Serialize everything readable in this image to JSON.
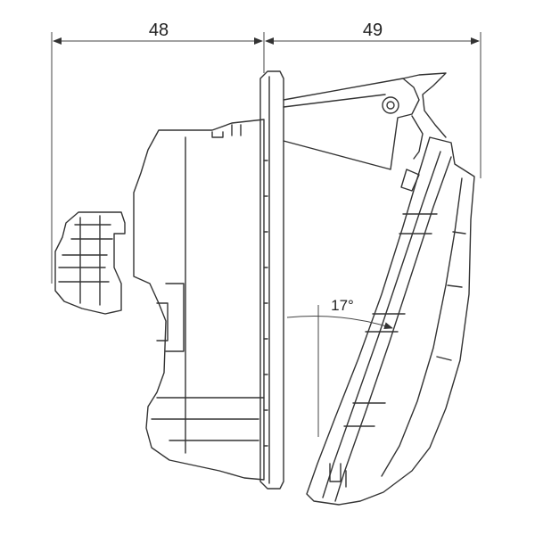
{
  "dimensions": {
    "left": {
      "value": "48"
    },
    "right": {
      "value": "49"
    }
  },
  "angle": {
    "label": "17°"
  },
  "colors": {
    "line": "#333333",
    "background": "#ffffff"
  }
}
